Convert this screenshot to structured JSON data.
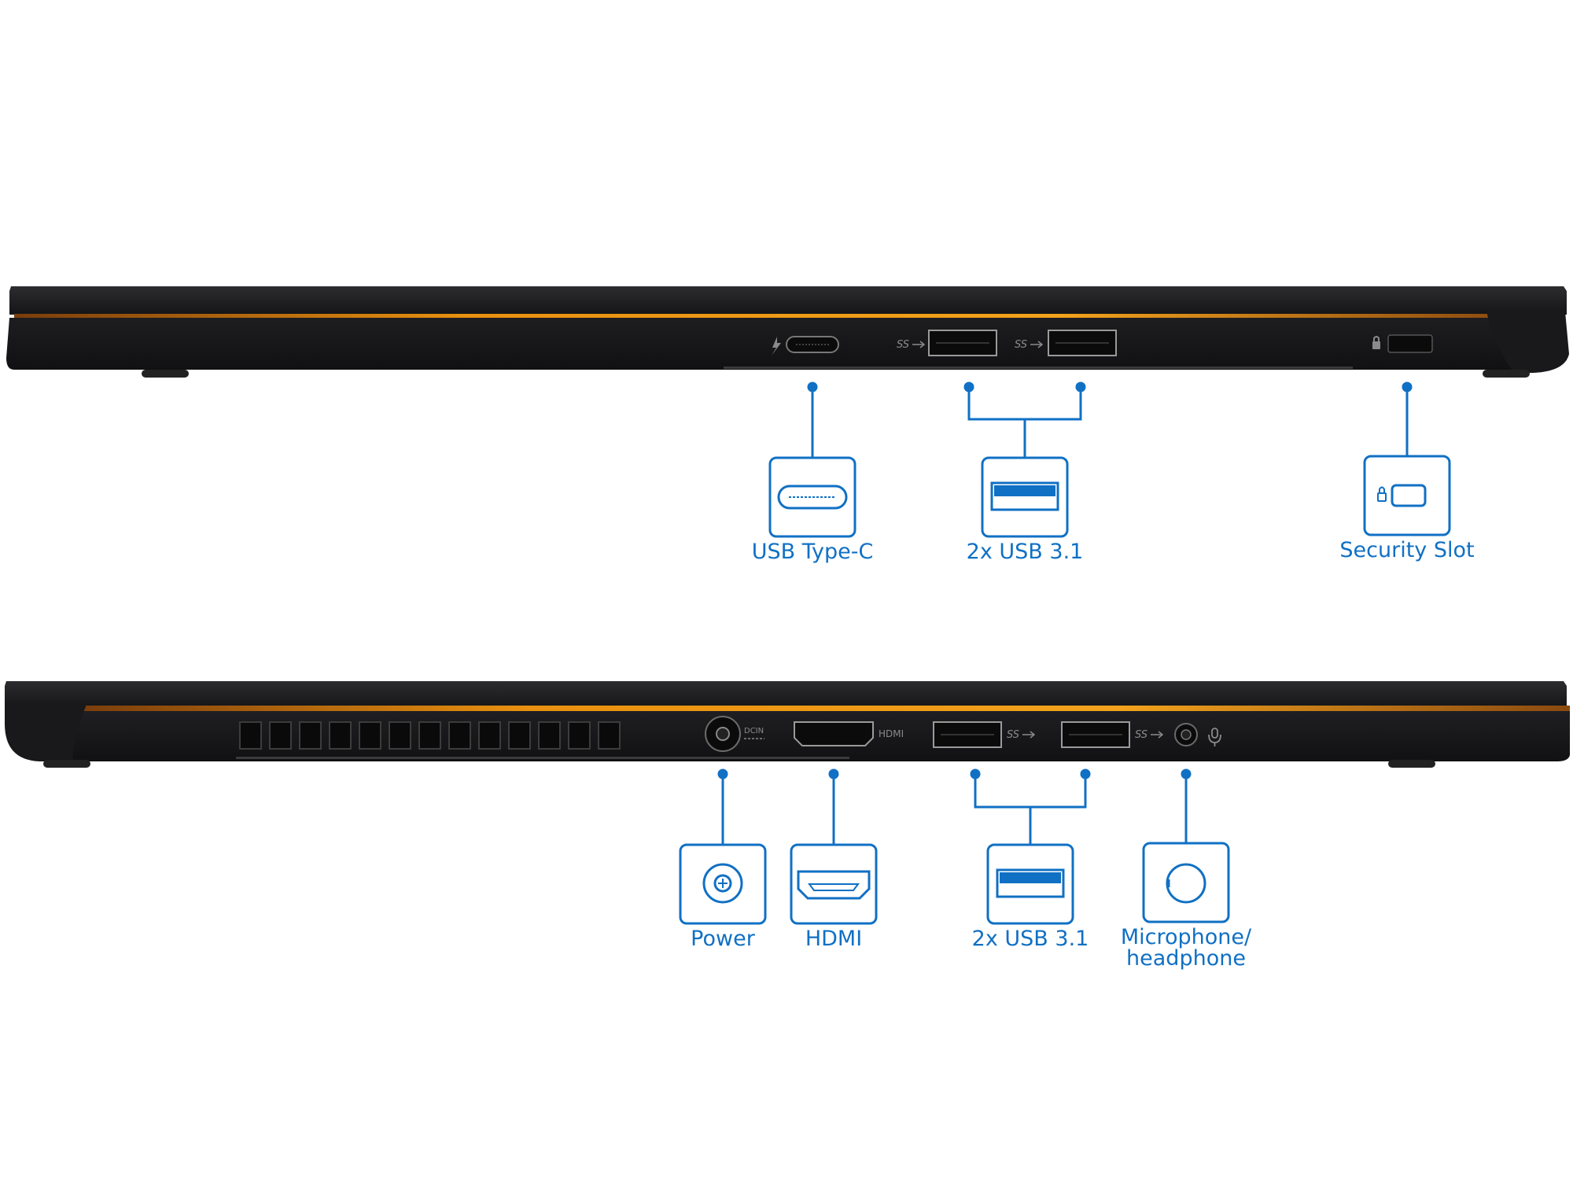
{
  "brand_colors": {
    "callout_blue": "#1070c4",
    "chassis_dark": "#1c1c1e",
    "accent_orange": "#e28a16"
  },
  "right_side_view": {
    "port_markings": [
      "SS",
      "SS"
    ],
    "callouts": [
      {
        "label": "USB Type-C",
        "icon": "usb-type-c-icon"
      },
      {
        "label": "2x USB 3.1",
        "icon": "usb-a-icon"
      },
      {
        "label": "Security Slot",
        "icon": "security-lock-icon"
      }
    ]
  },
  "left_side_view": {
    "port_markings": [
      "DCIN",
      "HDMI",
      "SS",
      "SS"
    ],
    "callouts": [
      {
        "label": "Power",
        "icon": "power-dc-in-icon"
      },
      {
        "label": "HDMI",
        "icon": "hdmi-icon"
      },
      {
        "label": "2x USB 3.1",
        "icon": "usb-a-icon"
      },
      {
        "label_line1": "Microphone/",
        "label_line2": "headphone",
        "icon": "audio-jack-icon"
      }
    ]
  }
}
